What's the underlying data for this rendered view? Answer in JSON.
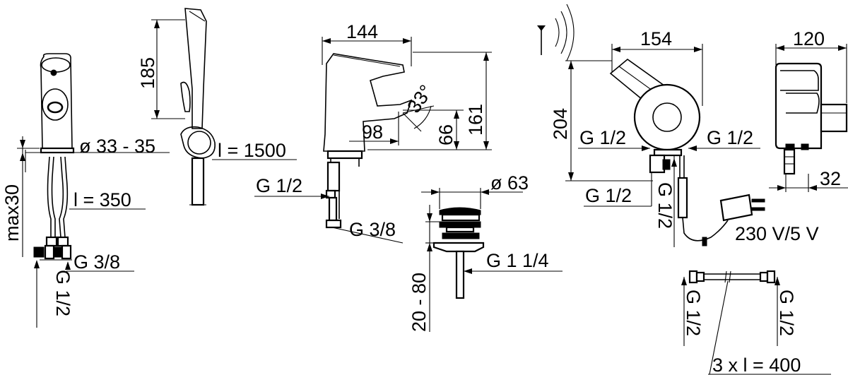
{
  "colors": {
    "ink": "#000000",
    "paper": "#ffffff"
  },
  "faucet_side": {
    "diameter": "ø 33 - 35",
    "max_thickness": "max30",
    "hose_length": "l = 350",
    "thread_outlet": "G 3/8",
    "thread_inlet": "G 1/2"
  },
  "hand_shower": {
    "height": "185",
    "hose_length": "l = 1500"
  },
  "faucet_profile": {
    "width": "144",
    "height": "161",
    "spout_reach": "98",
    "spout_height": "66",
    "angle": "33°",
    "thread_inlet": "G 1/2",
    "thread_outlet": "G 3/8"
  },
  "drain_valve": {
    "diameter": "ø 63",
    "thread": "G 1 1/4",
    "range": "20 - 80"
  },
  "control_unit": {
    "width": "154",
    "height": "204",
    "thread_left": "G 1/2",
    "thread_right": "G 1/2",
    "thread_bottom_left": "G 1/2",
    "thread_bottom": "G 1/2",
    "power": "230 V/5 V"
  },
  "control_side": {
    "width": "120",
    "depth": "32"
  },
  "hoses": {
    "thread_left": "G 1/2",
    "thread_right": "G 1/2",
    "count_length": "3 x  l = 400"
  }
}
